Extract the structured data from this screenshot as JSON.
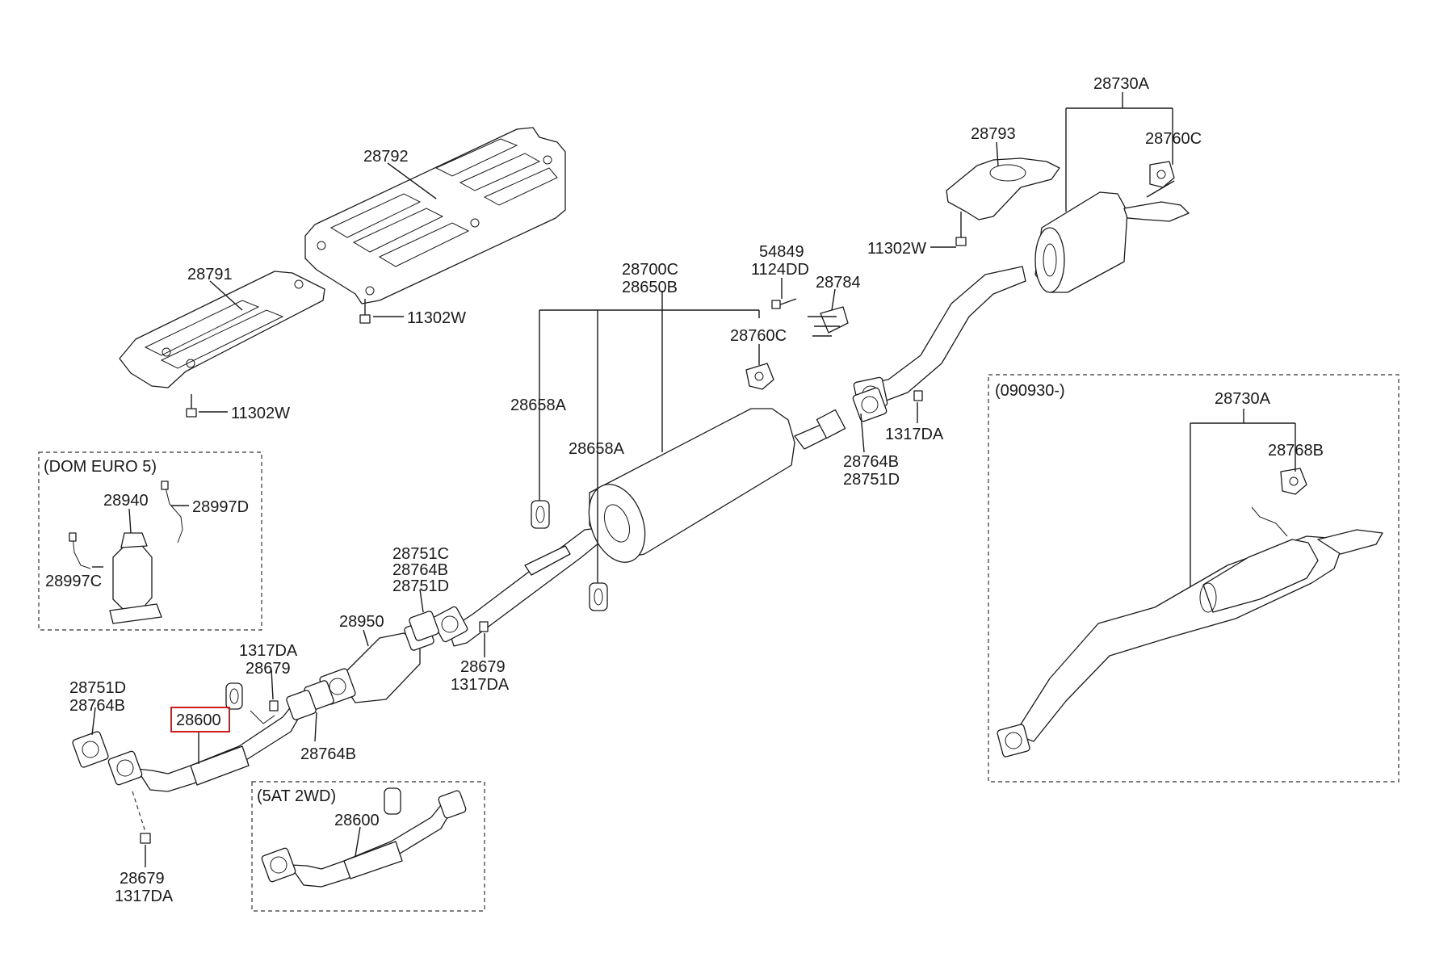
{
  "colors": {
    "line": "#1a1a1a",
    "highlight": "#d11a1a",
    "background": "#ffffff"
  },
  "highlighted_part": "28600",
  "boxes": {
    "dom_euro5": "(DOM EURO 5)",
    "at_2wd": "(5AT 2WD)",
    "date_variant": "(090930-)"
  },
  "labels": {
    "p28792": "28792",
    "p28791": "28791",
    "p11302w_a": "11302W",
    "p11302w_b": "11302W",
    "p11302w_c": "11302W",
    "p28793": "28793",
    "p28730a_a": "28730A",
    "p28760c_a": "28760C",
    "p54849": "54849",
    "p1124dd": "1124DD",
    "p28784": "28784",
    "p28700c": "28700C",
    "p28650b": "28650B",
    "p28760c_b": "28760C",
    "p1317da_a": "1317DA",
    "p28764b_a": "28764B",
    "p28751d_a": "28751D",
    "p28658a_a": "28658A",
    "p28658a_b": "28658A",
    "p28940": "28940",
    "p28997d": "28997D",
    "p28997c": "28997C",
    "p28751c": "28751C",
    "p28764b_b": "28764B",
    "p28751d_b": "28751D",
    "p28950": "28950",
    "p28679_a": "28679",
    "p1317da_b": "1317DA",
    "p1317da_c": "1317DA",
    "p28679_b": "28679",
    "p28751d_c": "28751D",
    "p28764b_c": "28764B",
    "p28600_a": "28600",
    "p28764b_d": "28764B",
    "p28679_c": "28679",
    "p1317da_d": "1317DA",
    "p28600_b": "28600",
    "p28730a_b": "28730A",
    "p28768b": "28768B"
  }
}
